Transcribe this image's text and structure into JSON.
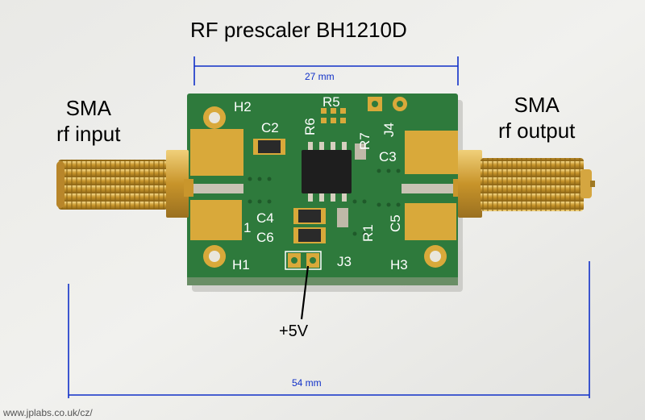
{
  "title": "RF prescaler BH1210D",
  "left_connector": {
    "line1": "SMA",
    "line2": "rf input"
  },
  "right_connector": {
    "line1": "SMA",
    "line2": "rf output"
  },
  "dimensions": {
    "board_width": "27 mm",
    "overall_length": "54 mm",
    "color": "#1030c8"
  },
  "power_label": "+5V",
  "watermark": "www.jplabs.co.uk/cz/",
  "pcb": {
    "labels": {
      "h1": "H1",
      "h2": "H2",
      "h3": "H3",
      "c2": "C2",
      "c3": "C3",
      "c4": "C4",
      "c5": "C5",
      "c6": "C6",
      "r1": "R1",
      "r5": "R5",
      "r6": "R6",
      "r7": "R7",
      "j3": "J3",
      "j4": "J4",
      "pin1": "1"
    },
    "colors": {
      "board": "#2e7a3c",
      "gold": "#d9a93a",
      "chip": "#1e1e1e"
    }
  }
}
